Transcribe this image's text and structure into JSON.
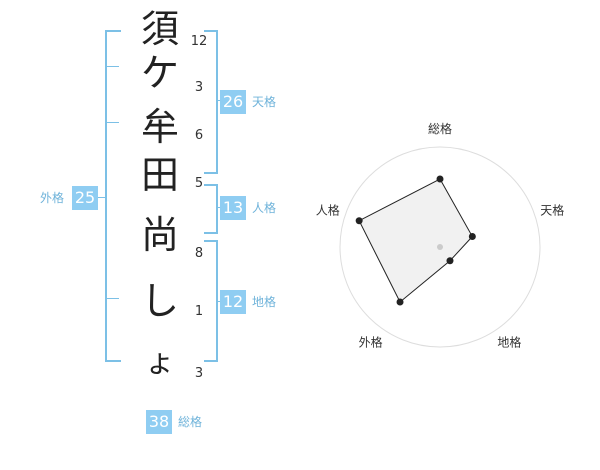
{
  "name_chars": [
    "須",
    "ケ",
    "牟",
    "田",
    "尚",
    "し",
    "ょ"
  ],
  "strokes": [
    "12",
    "3",
    "6",
    "5",
    "8",
    "1",
    "3"
  ],
  "kaku": {
    "tenkaku": {
      "value": "26",
      "label": "天格"
    },
    "jinkaku": {
      "value": "13",
      "label": "人格"
    },
    "chikaku": {
      "value": "12",
      "label": "地格"
    },
    "gaikaku": {
      "value": "25",
      "label": "外格"
    },
    "soukaku": {
      "value": "38",
      "label": "総格"
    }
  },
  "colors": {
    "accent": "#8fcdf2",
    "bracket": "#7cc0e6",
    "label": "#6fb3da"
  },
  "chart_data": {
    "type": "radar",
    "axes": [
      "総格",
      "天格",
      "地格",
      "外格",
      "人格"
    ],
    "values": [
      4,
      2,
      1,
      4,
      5
    ],
    "rmax": 5,
    "grid_rings": 5
  }
}
